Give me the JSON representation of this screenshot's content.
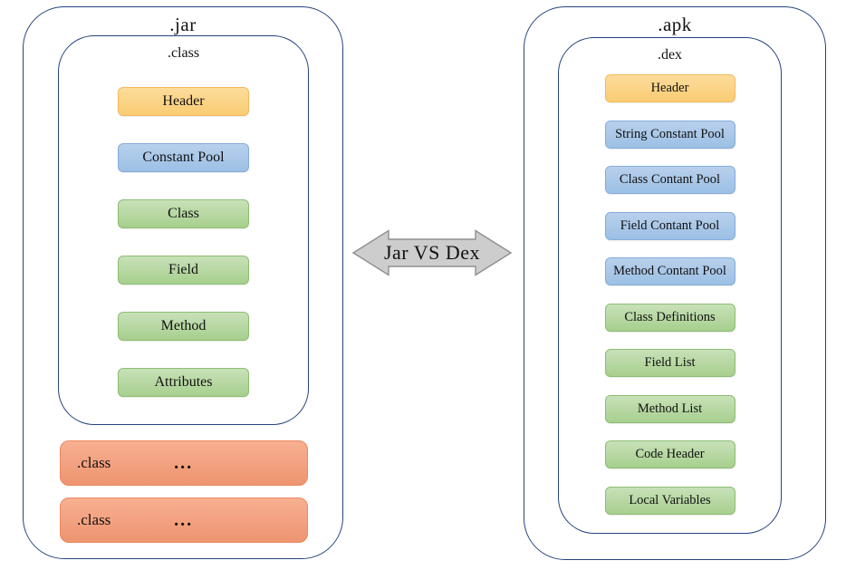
{
  "jar": {
    "title": ".jar",
    "inner_title": ".class",
    "boxes": [
      {
        "label": "Header",
        "color": "orange"
      },
      {
        "label": "Constant Pool",
        "color": "blue"
      },
      {
        "label": "Class",
        "color": "green"
      },
      {
        "label": "Field",
        "color": "green"
      },
      {
        "label": "Method",
        "color": "green"
      },
      {
        "label": "Attributes",
        "color": "green"
      }
    ],
    "extra_rows": [
      {
        "label": ".class",
        "ellipsis": "..."
      },
      {
        "label": ".class",
        "ellipsis": "..."
      }
    ]
  },
  "center": {
    "arrow_label": "Jar VS Dex"
  },
  "apk": {
    "title": ".apk",
    "inner_title": ".dex",
    "boxes": [
      {
        "label": "Header",
        "color": "orange"
      },
      {
        "label": "String Constant Pool",
        "color": "blue"
      },
      {
        "label": "Class Contant Pool",
        "color": "blue"
      },
      {
        "label": "Field Contant Pool",
        "color": "blue"
      },
      {
        "label": "Method Contant Pool",
        "color": "blue"
      },
      {
        "label": "Class Definitions",
        "color": "green"
      },
      {
        "label": "Field List",
        "color": "green"
      },
      {
        "label": "Method List",
        "color": "green"
      },
      {
        "label": "Code Header",
        "color": "green"
      },
      {
        "label": "Local Variables",
        "color": "green"
      }
    ]
  },
  "colors": {
    "container_border": "#24447E",
    "orange_fill": "#FACC74",
    "blue_fill": "#9CC0E5",
    "green_fill": "#A7CF8E",
    "salmon_fill": "#EE9470",
    "arrow_fill": "#CDCDCD",
    "arrow_border": "#909090"
  }
}
